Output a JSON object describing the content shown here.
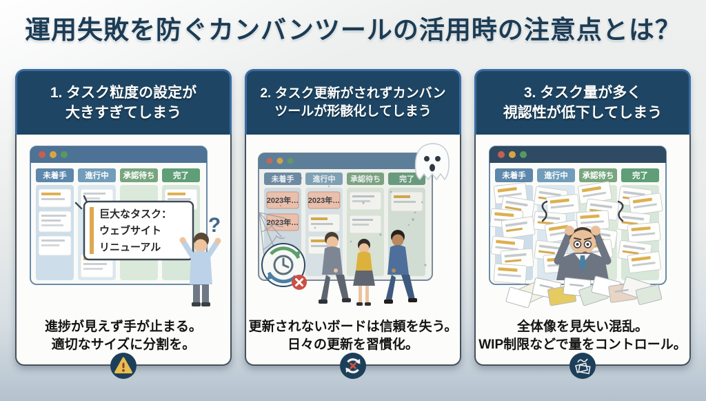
{
  "title": "運用失敗を防ぐカンバンツールの活用時の注意点とは？",
  "board_columns": [
    "未着手",
    "進行中",
    "承認待ち",
    "完了"
  ],
  "panels": [
    {
      "header_line1": "1. タスク粒度の設定が",
      "header_line2": "大きすぎてしまう",
      "callout_line1": "巨大なタスク：",
      "callout_line2": "ウェブサイト",
      "callout_line3": "リニューアル",
      "question_mark": "?",
      "caption_line1": "進捗が見えず手が止まる。",
      "caption_line2": "適切なサイズに分割を。",
      "icon": "warning-icon"
    },
    {
      "header_line1": "2. タスク更新がされずカンバン",
      "header_line2": "ツールが形骸化してしまう",
      "stale_card_label": "2023年…",
      "caption_line1": "更新されないボードは信頼を失う。",
      "caption_line2": "日々の更新を習慣化。",
      "icon": "stale-update-icon"
    },
    {
      "header_line1": "3. タスク量が多く",
      "header_line2": "視認性が低下してしまう",
      "caption_line1": "全体像を見失い混乱。",
      "caption_line2": "WIP制限などで量をコントロール。",
      "icon": "paper-overload-icon"
    }
  ],
  "colors": {
    "title_navy": "#1c3c55",
    "header_navy": "#1e4664",
    "border_blue": "#3a6ba4",
    "badge_navy": "#1d3f5a",
    "warning_yellow": "#e9bd4e",
    "error_red": "#c6503f"
  }
}
